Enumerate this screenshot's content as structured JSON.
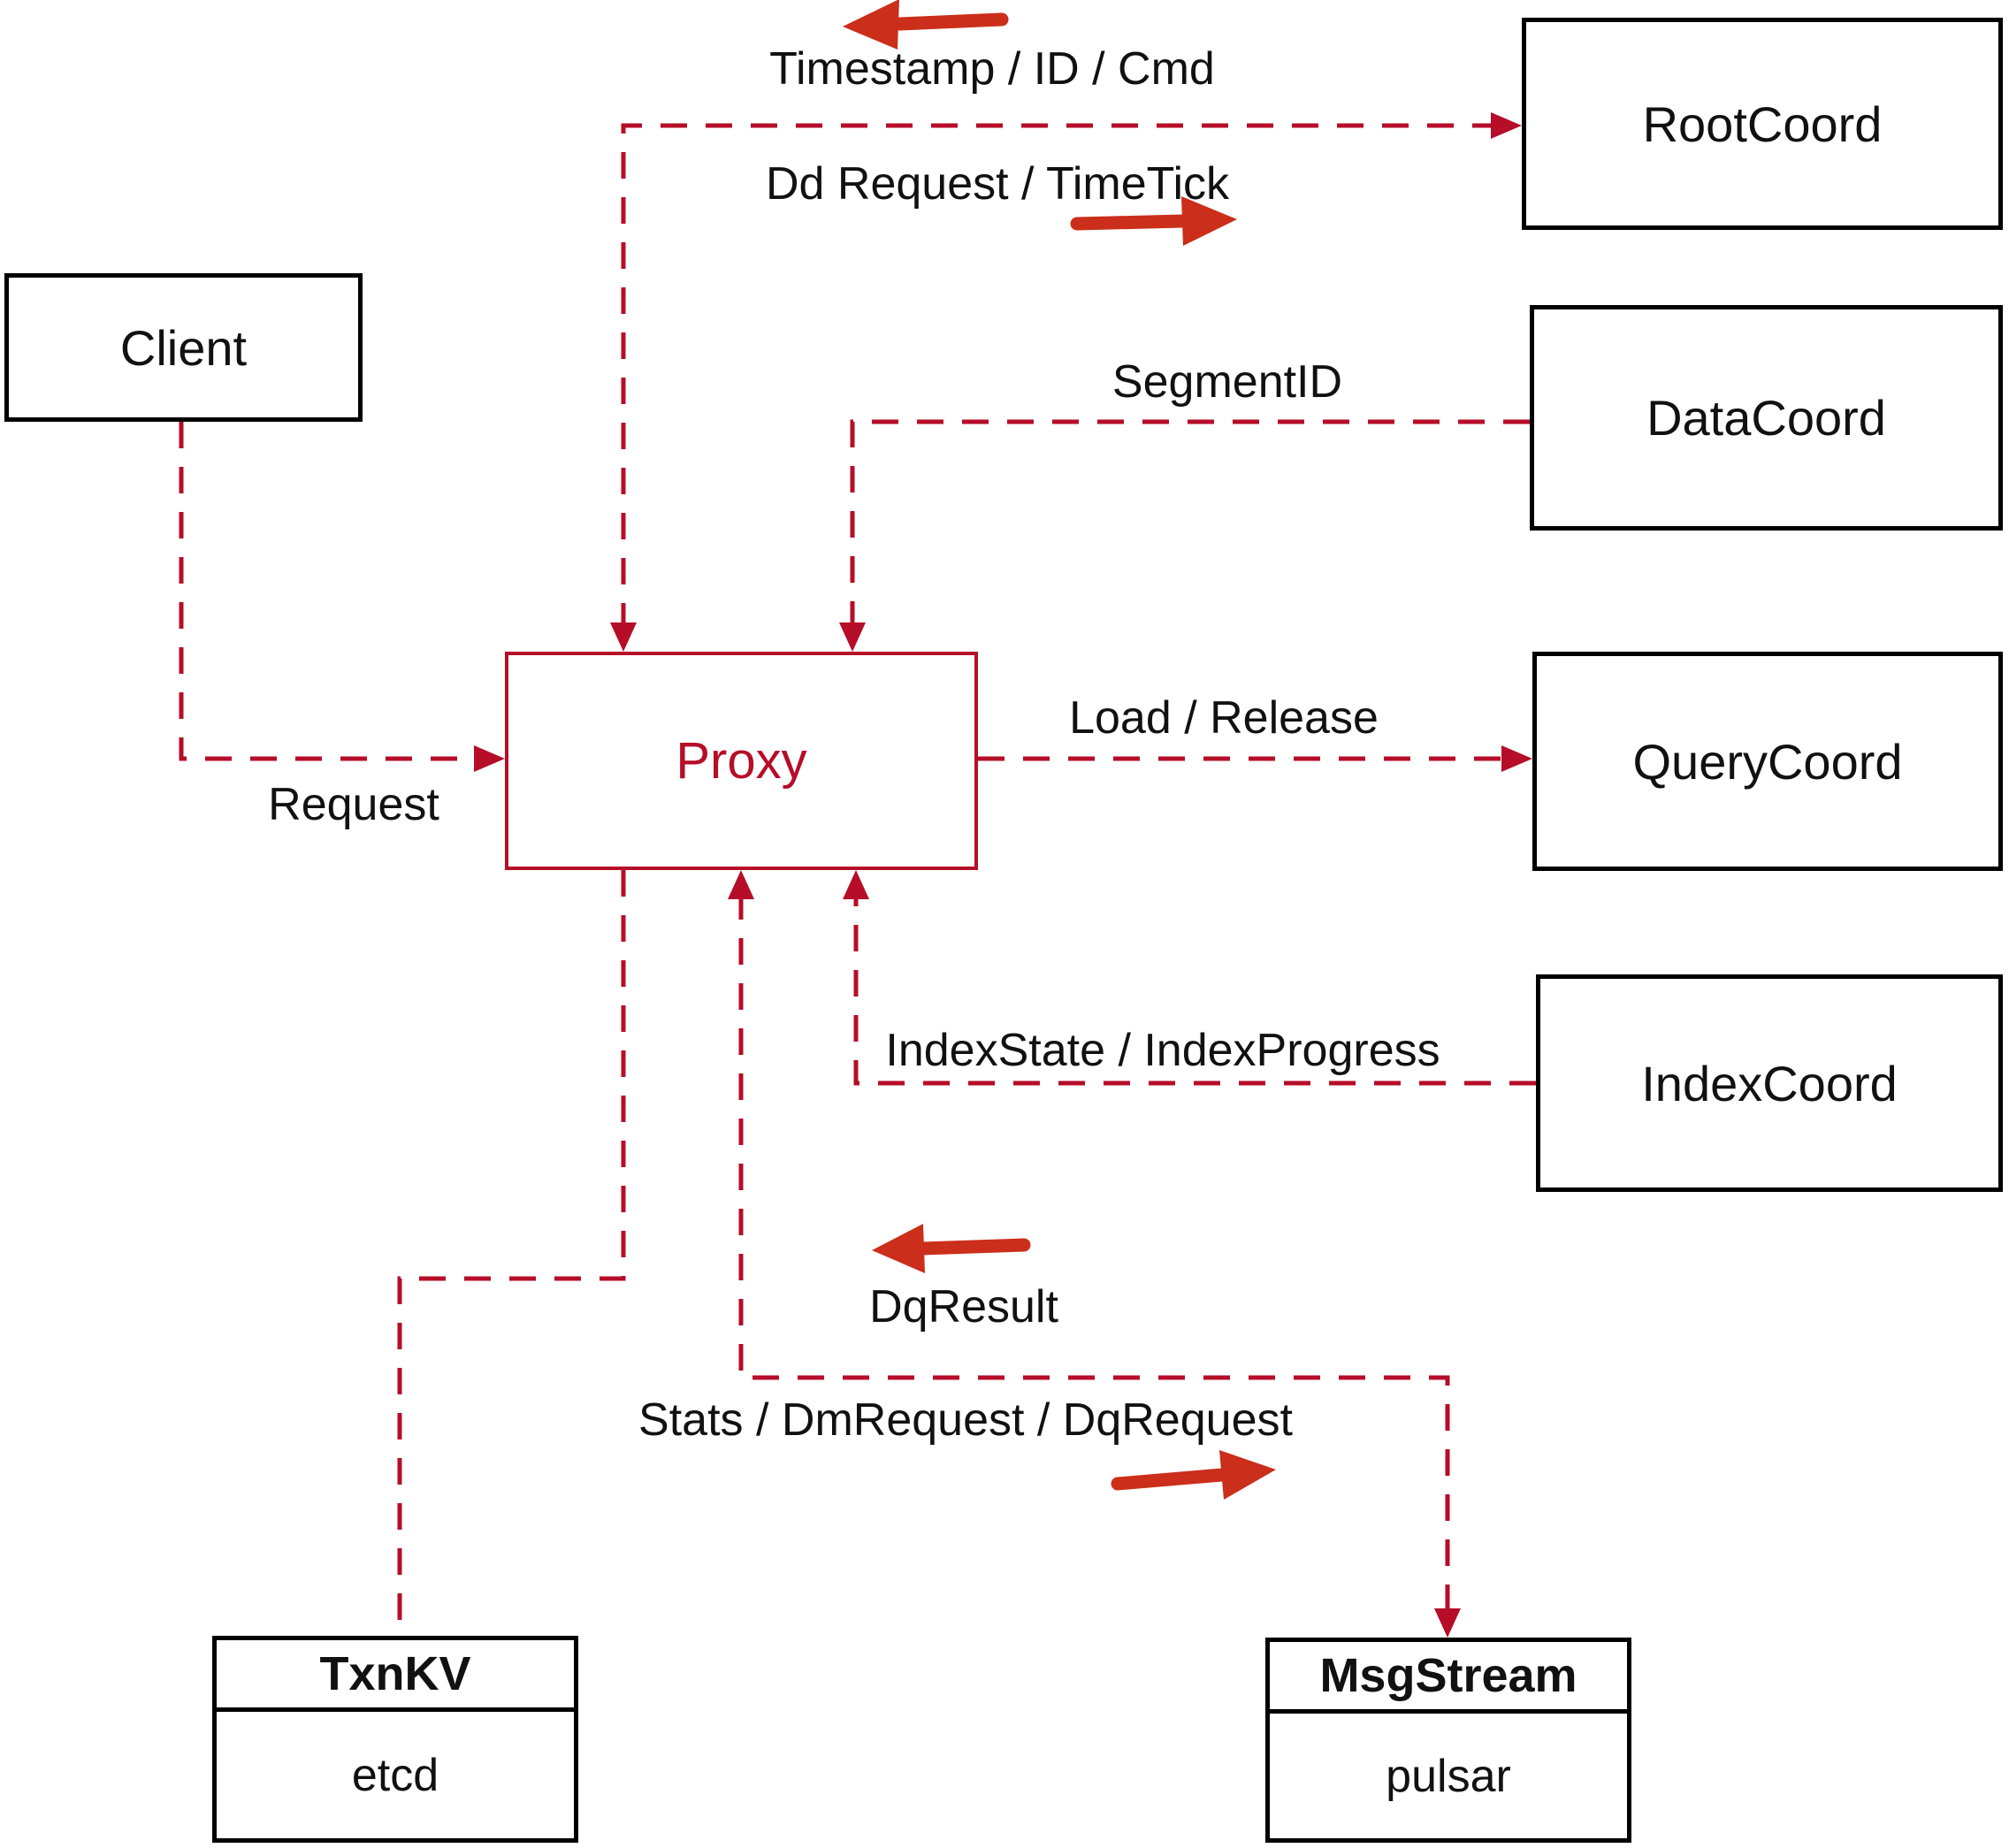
{
  "diagram_type": "architecture-flow-diagram",
  "nodes": {
    "client": {
      "label": "Client"
    },
    "root_coord": {
      "label": "RootCoord"
    },
    "data_coord": {
      "label": "DataCoord"
    },
    "query_coord": {
      "label": "QueryCoord"
    },
    "index_coord": {
      "label": "IndexCoord"
    },
    "proxy": {
      "label": "Proxy"
    },
    "txn_kv": {
      "label": "TxnKV",
      "backend": "etcd"
    },
    "msg_stream": {
      "label": "MsgStream",
      "backend": "pulsar"
    }
  },
  "edge_labels": {
    "root_coord_up": "Timestamp / ID / Cmd",
    "root_coord_down": "Dd Request / TimeTick",
    "segment_id": "SegmentID",
    "request": "Request",
    "load_release": "Load / Release",
    "index_state": "IndexState / IndexProgress",
    "dq_result": "DqResult",
    "stats": "Stats / DmRequest / DqRequest"
  },
  "colors": {
    "dashed_line": "#b60d28",
    "proxy_accent": "#b60d28",
    "solid_arrow": "#cb2e1a",
    "box_border": "#000000",
    "text": "#111111"
  }
}
